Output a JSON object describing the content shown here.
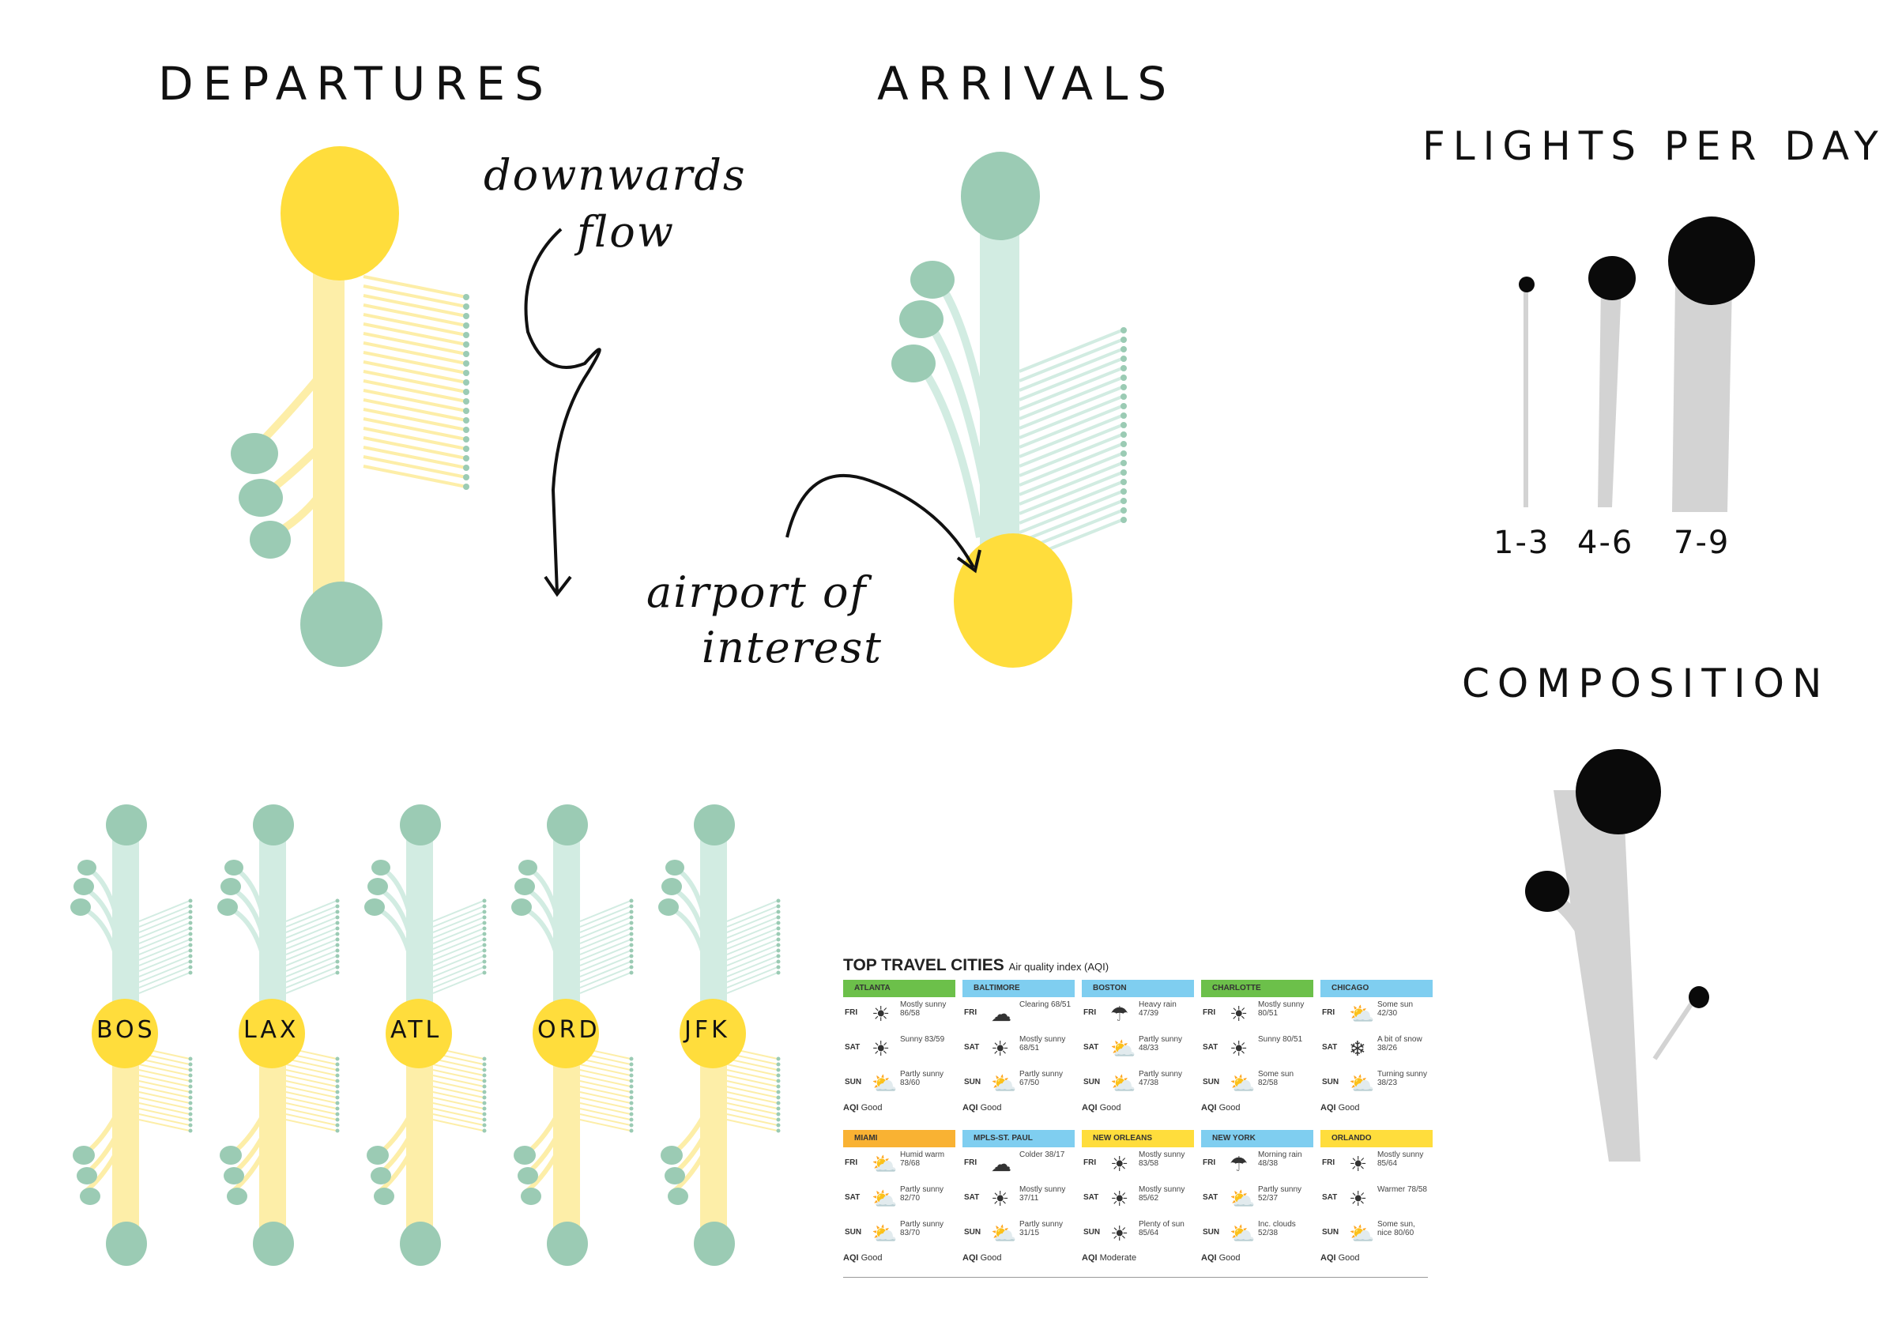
{
  "colors": {
    "yellow": "#ffdd3c",
    "yellow_light": "#fdeea8",
    "green": "#9bcbb4",
    "green_light": "#d2ece2",
    "black": "#0a0a0a",
    "grey": "#d3d3d3"
  },
  "labels": {
    "departures": "DEPARTURES",
    "arrivals": "ARRIVALS",
    "flights_per_day": "FLIGHTS PER DAY",
    "composition": "COMPOSITION",
    "downwards": "downwards",
    "flow": "flow",
    "airport_of": "airport of",
    "interest": "interest"
  },
  "flights_per_day": {
    "scale": [
      "1-3",
      "4-6",
      "7-9"
    ]
  },
  "airports": [
    "BOS",
    "LAX",
    "ATL",
    "ORD",
    "JFK"
  ],
  "weather": {
    "title": "TOP TRAVEL CITIES",
    "subtitle": "Air quality index (AQI)",
    "cities": [
      {
        "name": "ATLANTA",
        "color": "#6cc04a",
        "days": [
          {
            "d": "FRI",
            "icon": "☀",
            "t": "Mostly sunny 86/58"
          },
          {
            "d": "SAT",
            "icon": "☀",
            "t": "Sunny 83/59"
          },
          {
            "d": "SUN",
            "icon": "⛅",
            "t": "Partly sunny 83/60"
          }
        ],
        "aqi": "Good"
      },
      {
        "name": "BALTIMORE",
        "color": "#7fcef0",
        "days": [
          {
            "d": "FRI",
            "icon": "☁",
            "t": "Clearing 68/51"
          },
          {
            "d": "SAT",
            "icon": "☀",
            "t": "Mostly sunny 68/51"
          },
          {
            "d": "SUN",
            "icon": "⛅",
            "t": "Partly sunny 67/50"
          }
        ],
        "aqi": "Good"
      },
      {
        "name": "BOSTON",
        "color": "#7fcef0",
        "days": [
          {
            "d": "FRI",
            "icon": "☂",
            "t": "Heavy rain 47/39"
          },
          {
            "d": "SAT",
            "icon": "⛅",
            "t": "Partly sunny 48/33"
          },
          {
            "d": "SUN",
            "icon": "⛅",
            "t": "Partly sunny 47/38"
          }
        ],
        "aqi": "Good"
      },
      {
        "name": "CHARLOTTE",
        "color": "#6cc04a",
        "days": [
          {
            "d": "FRI",
            "icon": "☀",
            "t": "Mostly sunny 80/51"
          },
          {
            "d": "SAT",
            "icon": "☀",
            "t": "Sunny 80/51"
          },
          {
            "d": "SUN",
            "icon": "⛅",
            "t": "Some sun 82/58"
          }
        ],
        "aqi": "Good"
      },
      {
        "name": "CHICAGO",
        "color": "#7fcef0",
        "days": [
          {
            "d": "FRI",
            "icon": "⛅",
            "t": "Some sun 42/30"
          },
          {
            "d": "SAT",
            "icon": "❄",
            "t": "A bit of snow 38/26"
          },
          {
            "d": "SUN",
            "icon": "⛅",
            "t": "Turning sunny 38/23"
          }
        ],
        "aqi": "Good"
      },
      {
        "name": "MIAMI",
        "color": "#f9b233",
        "days": [
          {
            "d": "FRI",
            "icon": "⛅",
            "t": "Humid warm 78/68"
          },
          {
            "d": "SAT",
            "icon": "⛅",
            "t": "Partly sunny 82/70"
          },
          {
            "d": "SUN",
            "icon": "⛅",
            "t": "Partly sunny 83/70"
          }
        ],
        "aqi": "Good"
      },
      {
        "name": "MPLS-ST. PAUL",
        "color": "#7fcef0",
        "days": [
          {
            "d": "FRI",
            "icon": "☁",
            "t": "Colder 38/17"
          },
          {
            "d": "SAT",
            "icon": "☀",
            "t": "Mostly sunny 37/11"
          },
          {
            "d": "SUN",
            "icon": "⛅",
            "t": "Partly sunny 31/15"
          }
        ],
        "aqi": "Good"
      },
      {
        "name": "NEW ORLEANS",
        "color": "#ffdd3c",
        "days": [
          {
            "d": "FRI",
            "icon": "☀",
            "t": "Mostly sunny 83/58"
          },
          {
            "d": "SAT",
            "icon": "☀",
            "t": "Mostly sunny 85/62"
          },
          {
            "d": "SUN",
            "icon": "☀",
            "t": "Plenty of sun 85/64"
          }
        ],
        "aqi": "Moderate"
      },
      {
        "name": "NEW YORK",
        "color": "#7fcef0",
        "days": [
          {
            "d": "FRI",
            "icon": "☂",
            "t": "Morning rain 48/38"
          },
          {
            "d": "SAT",
            "icon": "⛅",
            "t": "Partly sunny 52/37"
          },
          {
            "d": "SUN",
            "icon": "⛅",
            "t": "Inc. clouds 52/38"
          }
        ],
        "aqi": "Good"
      },
      {
        "name": "ORLANDO",
        "color": "#ffdd3c",
        "days": [
          {
            "d": "FRI",
            "icon": "☀",
            "t": "Mostly sunny 85/64"
          },
          {
            "d": "SAT",
            "icon": "☀",
            "t": "Warmer 78/58"
          },
          {
            "d": "SUN",
            "icon": "⛅",
            "t": "Some sun, nice 80/60"
          }
        ],
        "aqi": "Good"
      }
    ]
  }
}
